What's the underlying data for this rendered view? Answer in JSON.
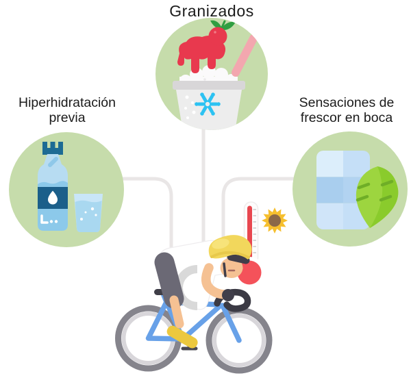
{
  "nodes": {
    "top": {
      "label": "Granizados",
      "icon": "shaved-ice-cup-icon"
    },
    "left": {
      "label_line1": "Hiperhidratación",
      "label_line2": "previa",
      "icon": "water-bottle-and-glass-icon"
    },
    "right": {
      "label_line1": "Sensaciones de",
      "label_line2": "frescor en boca",
      "icon": "ice-cube-and-mint-leaf-icon"
    }
  },
  "center_figure": {
    "name": "overheated-cyclist",
    "icons": [
      "cyclist-on-bike-icon",
      "thermometer-icon",
      "sun-icon"
    ]
  },
  "colors": {
    "node_circle_bg": "#c6dcab",
    "connector_line": "#e9e6e6",
    "label_text": "#1b1b1b",
    "bike_frame_blue": "#68a1e8",
    "wheel_gray": "#85848c",
    "helmet_yellow": "#f2d75c",
    "jersey_white": "#ffffff",
    "jersey_shadow_gray": "#d9d9d9",
    "shorts_gray": "#6b6975",
    "skin": "#f5c193",
    "shoe_yellow": "#ecc83e",
    "thermometer_bulb_red": "#f4525a",
    "mercury_red": "#e8474f",
    "sun_yellow": "#f6bf2e",
    "sun_center_brown": "#8b6848",
    "syrup_strawberry_red": "#e8394e",
    "strawberry_leaf_green": "#2f9e41",
    "spoon_pink": "#f3a7af",
    "snowflake_cyan": "#2cc2f2",
    "cup_gray": "#ededed",
    "bottle_water_blue": "#8cc9ea",
    "bottle_light_blue": "#b7dcf2",
    "bottle_label_blue": "#1b5f8a",
    "glass_water_blue": "#a9d8f0",
    "ice_cube_blue": "#a9ceee",
    "mint_leaf_green": "#8acb2c"
  }
}
